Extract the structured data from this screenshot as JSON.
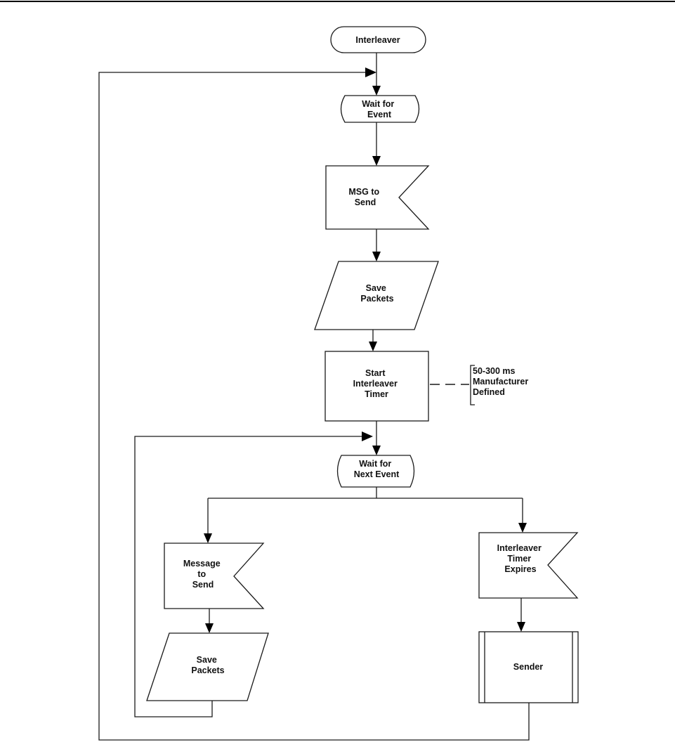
{
  "nodes": {
    "start": "Interleaver",
    "wait_event": [
      "Wait for",
      "Event"
    ],
    "msg_to_send": [
      "MSG to",
      "Send"
    ],
    "save_packets_1": [
      "Save",
      "Packets"
    ],
    "start_timer": [
      "Start",
      "Interleaver",
      "Timer"
    ],
    "wait_next_event": [
      "Wait for",
      "Next Event"
    ],
    "message_to_send": [
      "Message",
      "to",
      "Send"
    ],
    "timer_expires": [
      "Interleaver",
      "Timer",
      "Expires"
    ],
    "save_packets_2": [
      "Save",
      "Packets"
    ],
    "sender": "Sender"
  },
  "annotation": [
    "50-300 ms",
    "Manufacturer",
    "Defined"
  ]
}
